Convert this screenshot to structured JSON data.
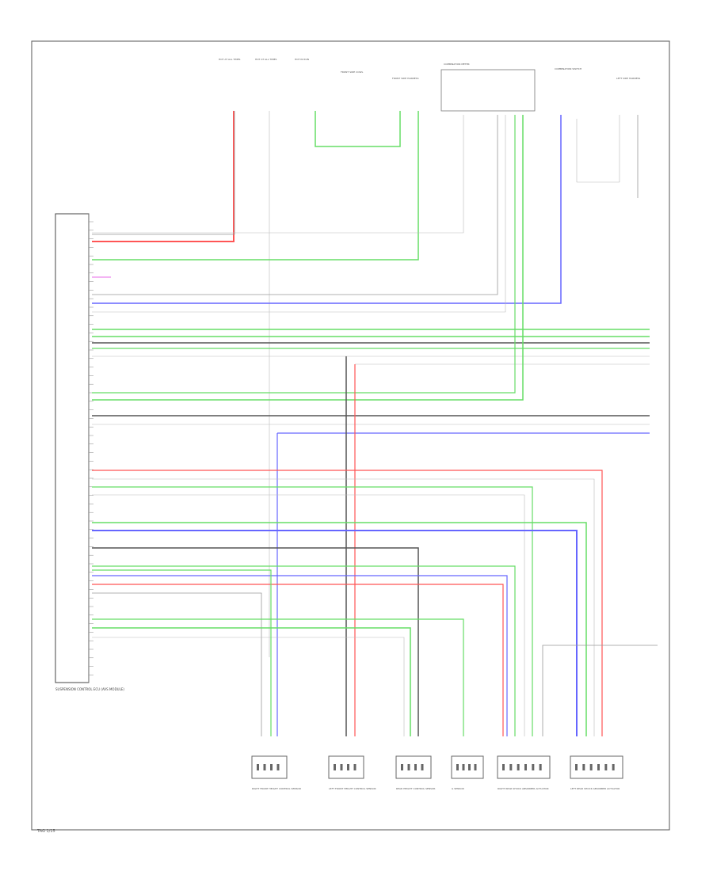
{
  "diagram": {
    "page_label": "TAG 1/15",
    "ecu_label": "SUSPENSION CONTROL ECU (AVS MODULE)",
    "top_components": [
      {
        "id": "top1",
        "label": "HOT AT ALL TIMES"
      },
      {
        "id": "top2",
        "label": "HOT AT ALL TIMES"
      },
      {
        "id": "top3",
        "label": "HOT IN RUN"
      },
      {
        "id": "top4",
        "label": "FRONT SIDE COWL"
      },
      {
        "id": "top5",
        "label": "FRONT SIDE HARNESS"
      },
      {
        "id": "top6",
        "label": "COMBINATION METER"
      },
      {
        "id": "top7",
        "label": "COMBINATION SWITCH"
      },
      {
        "id": "top8",
        "label": "LEFT SIDE HARNESS"
      }
    ],
    "bottom_components": [
      {
        "id": "sensor1",
        "label": "RIGHT FRONT HEIGHT CONTROL SENSOR"
      },
      {
        "id": "sensor2",
        "label": "LEFT FRONT HEIGHT CONTROL SENSOR"
      },
      {
        "id": "sensor3",
        "label": "REAR HEIGHT CONTROL SENSOR"
      },
      {
        "id": "sensor4",
        "label": "G SENSOR"
      },
      {
        "id": "sensor5",
        "label": "RIGHT REAR SHOCK ABSORBER ACTUATOR"
      },
      {
        "id": "sensor6",
        "label": "LEFT REAR SHOCK ABSORBER ACTUATOR"
      }
    ],
    "colors": {
      "red": "#ff5555",
      "green": "#66dd66",
      "blue": "#6666ff",
      "dark": "#555555",
      "gray": "#bbbbbb",
      "pink": "#ee88ee"
    }
  }
}
